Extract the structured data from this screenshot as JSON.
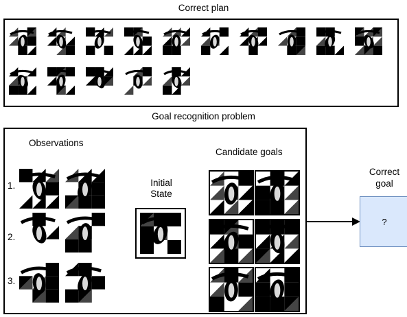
{
  "correct_plan": {
    "title": "Correct plan",
    "tiles_row1": 10,
    "tiles_row2": 5
  },
  "goal_recognition": {
    "title": "Goal recognition problem",
    "observations": {
      "label": "Observations",
      "items": [
        "1.",
        "2.",
        "3."
      ]
    },
    "initial_state": {
      "label_line1": "Initial",
      "label_line2": "State"
    },
    "candidate_goals": {
      "label": "Candidate goals"
    }
  },
  "correct_goal": {
    "label_line1": "Correct",
    "label_line2": "goal",
    "value": "?"
  },
  "colors": {
    "goal_fill": "#dae8fc",
    "goal_border": "#6c8ebf"
  }
}
